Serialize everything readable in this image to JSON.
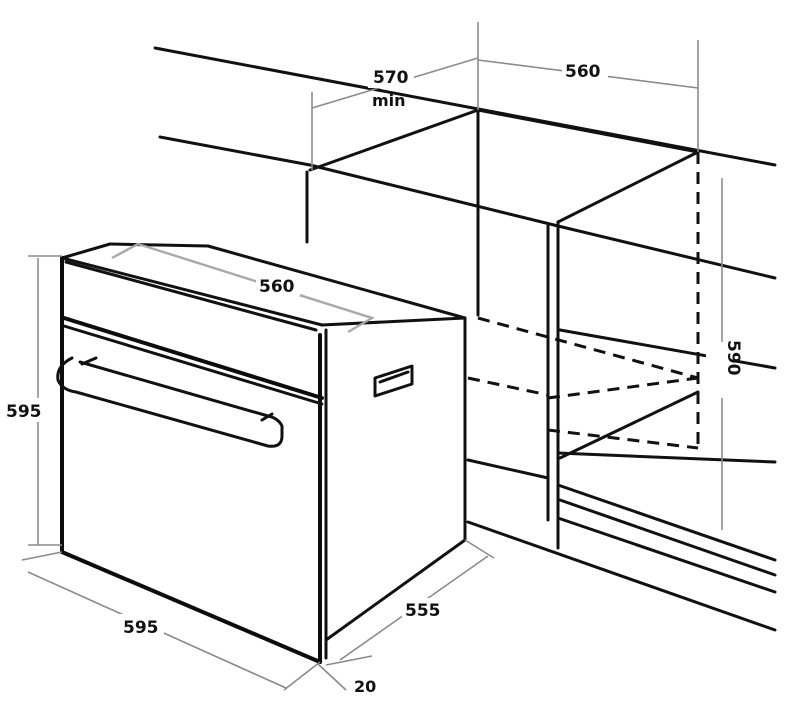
{
  "dimensions": {
    "cabinet_depth": "570",
    "cabinet_depth_qualifier": "min",
    "cabinet_width": "560",
    "cabinet_height": "590",
    "oven_top_width": "560",
    "oven_height": "595",
    "oven_front_width": "595",
    "oven_depth": "555",
    "front_panel_thickness": "20"
  }
}
